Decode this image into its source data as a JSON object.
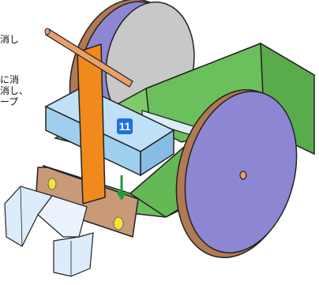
{
  "text_fragments": [
    "消し",
    "に消",
    "消し、",
    "ープ"
  ],
  "step_badge": "11",
  "colors": {
    "chassis_green": "#6bbf5c",
    "wheel_purple": "#8d87d3",
    "wheel_rim": "#b07a52",
    "grey_disc": "#c8c8c8",
    "blue_block": "#9fcfef",
    "orange_strap": "#f08a1c",
    "axle": "#e8a06a",
    "arrow_green": "#1f9a3f",
    "front_panel": "#c89a78",
    "yellow_dot": "#f1e33b",
    "scoop": "#dcecfb"
  }
}
